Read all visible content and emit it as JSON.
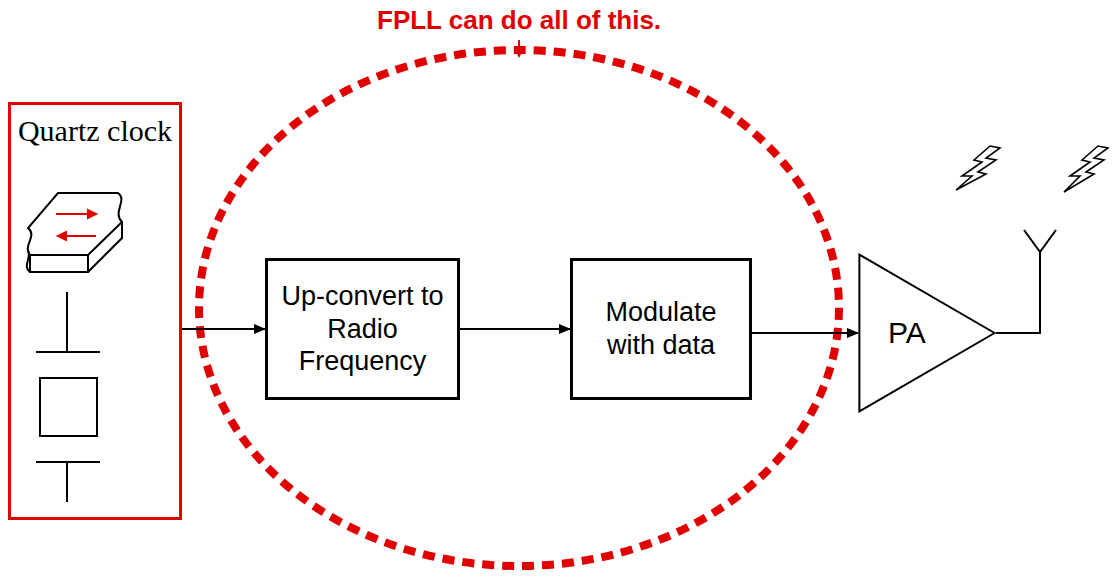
{
  "diagram": {
    "nodes": [
      {
        "text": [
          "Quartz clock"
        ]
      },
      {
        "text": [
          "Up-convert to Radio Frequency"
        ]
      },
      {
        "text": [
          "Modulate with data"
        ]
      },
      {
        "text": [
          "PA"
        ]
      }
    ],
    "edges": [
      {
        "from": 0,
        "to": 1,
        "arrow": "to"
      },
      {
        "from": 1,
        "to": 2,
        "arrow": "to"
      },
      {
        "from": 2,
        "to": 3,
        "arrow": "to"
      }
    ],
    "labels": [
      "FPLL can do all of this."
    ]
  }
}
